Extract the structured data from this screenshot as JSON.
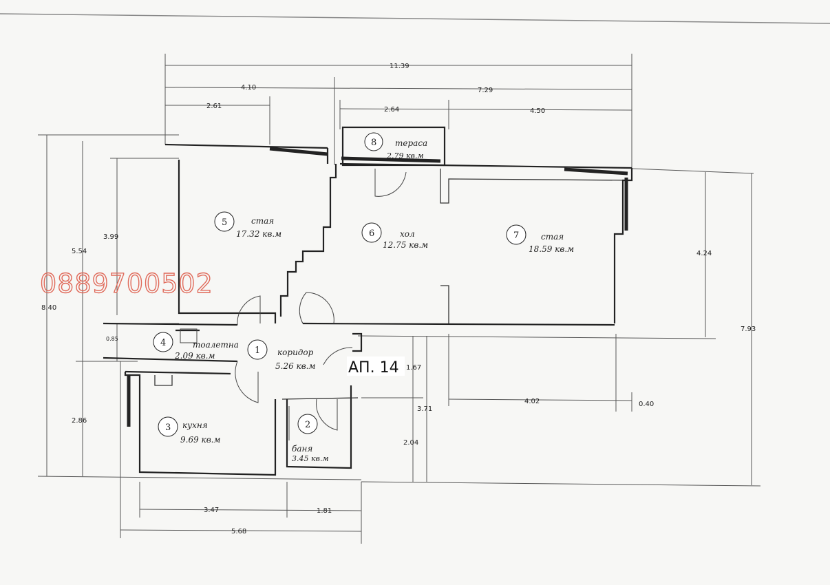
{
  "watermark": {
    "phone": "0889700502"
  },
  "apartment_label": "АП. 14",
  "rooms": [
    {
      "num": "1",
      "name": "коридор",
      "area": "5.26 кв.м"
    },
    {
      "num": "2",
      "name": "баня",
      "area": "3.45 кв.м"
    },
    {
      "num": "3",
      "name": "кухня",
      "area": "9.69 кв.м"
    },
    {
      "num": "4",
      "name": "тоалетна",
      "area": "2.09 кв.м"
    },
    {
      "num": "5",
      "name": "стая",
      "area": "17.32 кв.м"
    },
    {
      "num": "6",
      "name": "хол",
      "area": "12.75 кв.м"
    },
    {
      "num": "7",
      "name": "стая",
      "area": "18.59 кв.м"
    },
    {
      "num": "8",
      "name": "тераса",
      "area": "2.79 кв.м"
    }
  ],
  "dimensions": {
    "top_total": "11.39",
    "top_left": "4.10",
    "top_right": "7.29",
    "top_room5": "2.61",
    "top_terrace": "2.64",
    "top_room7": "4.50",
    "left_total": "8.40",
    "left_upper": "5.54",
    "left_room5": "3.99",
    "left_wc": "0.85",
    "left_kitchen": "2.86",
    "right_total": "7.93",
    "right_room7": "4.24",
    "corridor_ext": "1.67",
    "lower_mid": "3.71",
    "lower_mid2": "2.04",
    "lower_right": "4.02",
    "lower_right_small": "0.40",
    "bottom_kitchen": "3.47",
    "bottom_bath": "1.81",
    "bottom_total": "5.68"
  }
}
